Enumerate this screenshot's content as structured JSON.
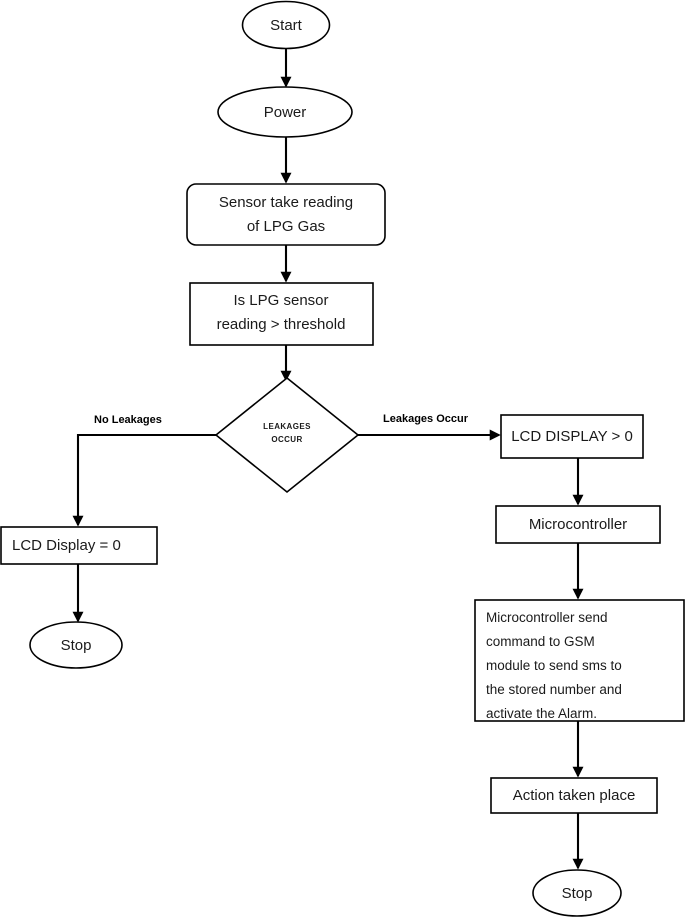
{
  "diagram": {
    "title": "LPG Gas Leakage Detection Flowchart",
    "colors": {
      "background": "#ffffff",
      "stroke": "#000000",
      "text": "#1a1a1a"
    },
    "nodes": {
      "start": {
        "label": "Start",
        "shape": "ellipse"
      },
      "power": {
        "label": "Power",
        "shape": "ellipse"
      },
      "sensor_reading": {
        "line1": "Sensor take reading",
        "line2": "of LPG Gas",
        "shape": "rounded-rectangle"
      },
      "threshold_check": {
        "line1": "Is LPG sensor",
        "line2": "reading > threshold",
        "shape": "rectangle"
      },
      "decision": {
        "line1": "LEAKAGES",
        "line2": "OCCUR",
        "shape": "diamond"
      },
      "lcd_zero": {
        "label": "LCD Display = 0",
        "shape": "rectangle"
      },
      "stop_left": {
        "label": "Stop",
        "shape": "ellipse"
      },
      "lcd_display": {
        "label": "LCD DISPLAY > 0",
        "shape": "rectangle"
      },
      "microcontroller": {
        "label": "Microcontroller",
        "shape": "rectangle"
      },
      "gsm_command": {
        "shape": "rectangle",
        "lines": [
          "Microcontroller          send",
          "command         to        GSM",
          "module  to  send  sms  to",
          "the  stored  number  and",
          "activate the Alarm."
        ],
        "full_text": "Microcontroller send command to GSM module to send sms to the stored number and activate the Alarm."
      },
      "action_taken": {
        "label": "Action taken place",
        "shape": "rectangle"
      },
      "stop_right": {
        "label": "Stop",
        "shape": "ellipse"
      }
    },
    "edge_labels": {
      "no_leakages": "No Leakages",
      "leakages_occur": "Leakages Occur"
    }
  }
}
